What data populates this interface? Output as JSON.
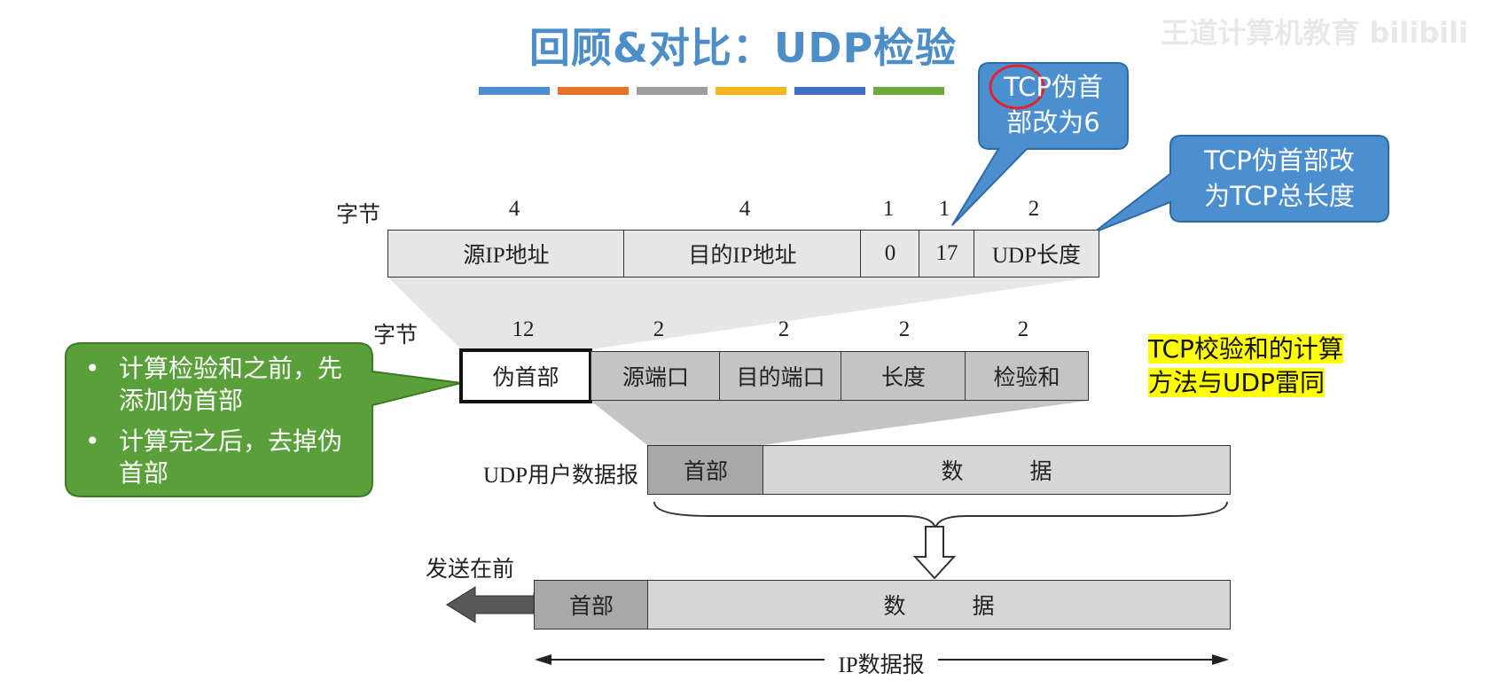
{
  "title": "回顾&对比：UDP检验",
  "watermark": "王道计算机教育 bilibili",
  "colors": {
    "bars": [
      "#4a8fd0",
      "#e8742a",
      "#9e9e9e",
      "#f4b81c",
      "#3d6fc4",
      "#6aa93c"
    ]
  },
  "pseudo_header": {
    "bytes_label": "字节",
    "sizes": [
      "4",
      "4",
      "1",
      "1",
      "2"
    ],
    "fields": [
      "源IP地址",
      "目的IP地址",
      "0",
      "17",
      "UDP长度"
    ]
  },
  "udp_header": {
    "bytes_label": "字节",
    "sizes": [
      "12",
      "2",
      "2",
      "2",
      "2"
    ],
    "fields": [
      "伪首部",
      "源端口",
      "目的端口",
      "长度",
      "检验和"
    ]
  },
  "udp_datagram": {
    "label": "UDP用户数据报",
    "header": "首部",
    "data": "数　　　据"
  },
  "ip_datagram": {
    "send_first": "发送在前",
    "header": "首部",
    "data": "数　　　据",
    "label": "IP数据报"
  },
  "callouts": {
    "tcp_protocol": {
      "pre": "TCP",
      "post": "伪首",
      "line2": "部改为6"
    },
    "tcp_length": {
      "line1": "TCP伪首部改",
      "line2": "为TCP总长度"
    },
    "pseudo_note": [
      "计算检验和之前，先添加伪首部",
      "计算完之后，去掉伪首部"
    ]
  },
  "highlight": {
    "line1": "TCP校验和的计算",
    "line2": "方法与UDP雷同"
  }
}
